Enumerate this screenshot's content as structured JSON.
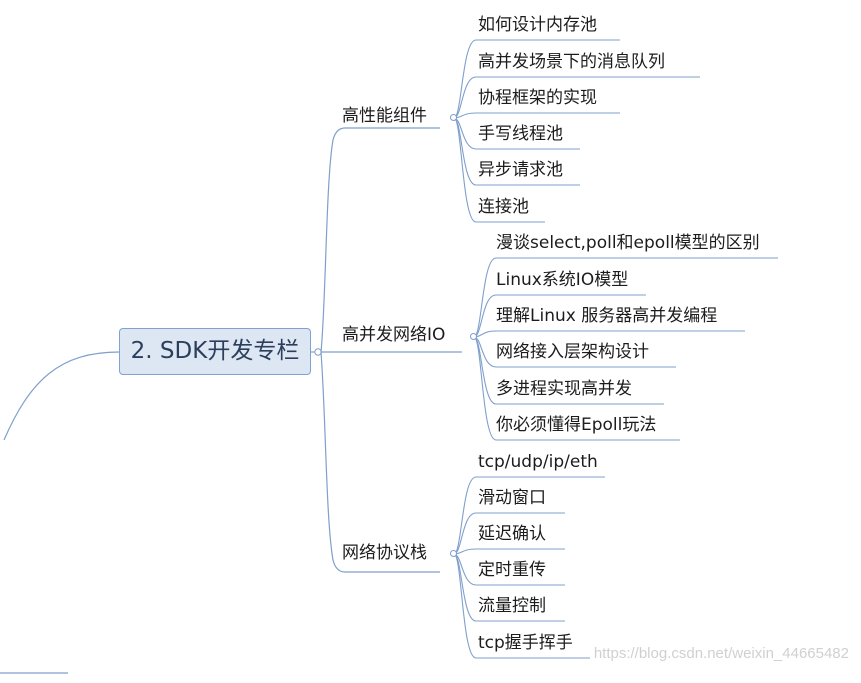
{
  "mindmap": {
    "root": {
      "label": "2. SDK开发专栏"
    },
    "branches": [
      {
        "label": "高性能组件",
        "children": [
          "如何设计内存池",
          "高并发场景下的消息队列",
          "协程框架的实现",
          "手写线程池",
          "异步请求池",
          "连接池"
        ]
      },
      {
        "label": "高并发网络IO",
        "children": [
          "漫谈select,poll和epoll模型的区别",
          "Linux系统IO模型",
          "理解Linux 服务器高并发编程",
          "网络接入层架构设计",
          "多进程实现高并发",
          "你必须懂得Epoll玩法"
        ]
      },
      {
        "label": "网络协议栈",
        "children": [
          "tcp/udp/ip/eth",
          "滑动窗口",
          "延迟确认",
          "定时重传",
          "流量控制",
          "tcp握手挥手"
        ]
      }
    ]
  },
  "watermark": "https://blog.csdn.net/weixin_44665482",
  "colors": {
    "connector": "#7f9fcc",
    "root_fill": "#dde7f4",
    "root_border": "#7fa2d2"
  }
}
